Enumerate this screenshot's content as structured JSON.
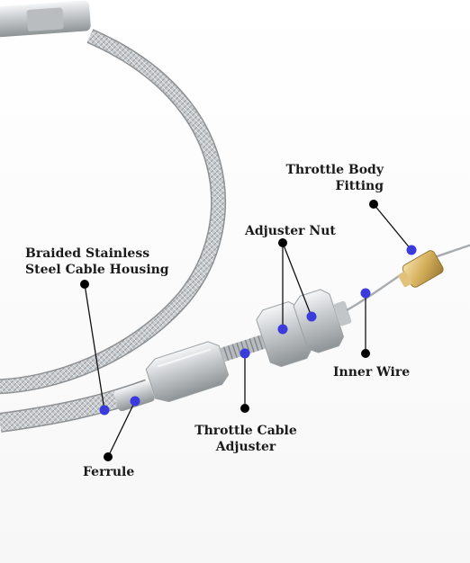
{
  "colors": {
    "marker": "#3b3bdd",
    "dot": "#000000",
    "leader": "#111111",
    "label": "#1a1a1a"
  },
  "labels": {
    "throttle_body_fitting": "Throttle Body\nFitting",
    "adjuster_nut": "Adjuster Nut",
    "braided_housing": "Braided Stainless\nSteel Cable Housing",
    "inner_wire": "Inner Wire",
    "throttle_cable_adjuster": "Throttle Cable\nAdjuster",
    "ferrule": "Ferrule"
  }
}
